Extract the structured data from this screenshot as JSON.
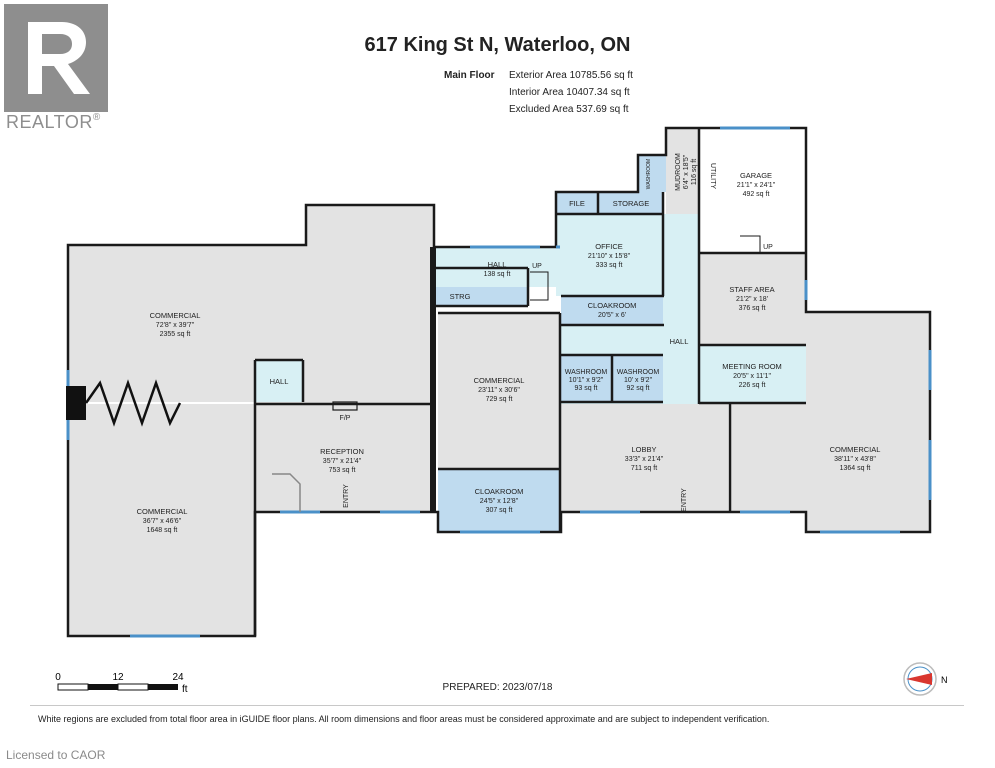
{
  "logo": {
    "brand_text": "REALTOR",
    "registered_mark": "®"
  },
  "title": "617 King St N, Waterloo, ON",
  "area_summary": {
    "floor_label": "Main Floor",
    "lines": [
      "Exterior Area 10785.56 sq ft",
      "Interior Area 10407.34 sq ft",
      "Excluded Area 537.69 sq ft"
    ]
  },
  "rooms": {
    "commercial_nw": {
      "name": "COMMERCIAL",
      "dims": "72'8\" x 39'7\"",
      "area": "2355 sq ft"
    },
    "commercial_sw": {
      "name": "COMMERCIAL",
      "dims": "36'7\" x 46'6\"",
      "area": "1648 sq ft"
    },
    "hall_small": {
      "name": "HALL"
    },
    "fireplace": {
      "name": "F/P"
    },
    "reception": {
      "name": "RECEPTION",
      "dims": "35'7\" x 21'4\"",
      "area": "753 sq ft"
    },
    "entry_reception": {
      "name": "ENTRY"
    },
    "hall_top": {
      "name": "HALL",
      "area": "138 sq ft"
    },
    "up_hall": {
      "name": "UP"
    },
    "strg": {
      "name": "STRG"
    },
    "commercial_center": {
      "name": "COMMERCIAL",
      "dims": "23'11\" x 30'6\"",
      "area": "729 sq ft"
    },
    "cloakroom_south": {
      "name": "CLOAKROOM",
      "dims": "24'5\" x 12'8\"",
      "area": "307 sq ft"
    },
    "file": {
      "name": "FILE"
    },
    "storage": {
      "name": "STORAGE"
    },
    "office": {
      "name": "OFFICE",
      "dims": "21'10\" x 15'8\"",
      "area": "333 sq ft"
    },
    "cloakroom_north": {
      "name": "CLOAKROOM",
      "dims": "20'5\" x 6'"
    },
    "hall_center": {
      "name": "HALL"
    },
    "washroom_1": {
      "name": "WASHROOM",
      "dims": "10'1\" x 9'2\"",
      "area": "93 sq ft"
    },
    "washroom_2": {
      "name": "WASHROOM",
      "dims": "10' x 9'2\"",
      "area": "92 sq ft"
    },
    "lobby": {
      "name": "LOBBY",
      "dims": "33'3\" x 21'4\"",
      "area": "711 sq ft"
    },
    "entry_lobby": {
      "name": "ENTRY"
    },
    "washroom_small": {
      "name": "WASHROOM"
    },
    "mudroom": {
      "name": "MUDROOM",
      "dims": "6'4\" x 18'5\"",
      "area": "116 sq ft"
    },
    "utility": {
      "name": "UTILITY"
    },
    "garage": {
      "name": "GARAGE",
      "dims": "21'1\" x 24'1\"",
      "area": "492 sq ft"
    },
    "up_garage": {
      "name": "UP"
    },
    "staff_area": {
      "name": "STAFF AREA",
      "dims": "21'2\" x 18'",
      "area": "376 sq ft"
    },
    "meeting_room": {
      "name": "MEETING ROOM",
      "dims": "20'5\" x 11'1\"",
      "area": "226 sq ft"
    },
    "commercial_east": {
      "name": "COMMERCIAL",
      "dims": "38'11\" x 43'8\"",
      "area": "1364 sq ft"
    }
  },
  "scale": {
    "ticks": [
      "0",
      "12",
      "24"
    ],
    "unit": "ft"
  },
  "prepared": "PREPARED: 2023/07/18",
  "compass": {
    "north_label": "N"
  },
  "disclaimer": "White regions are excluded from total floor area in iGUIDE floor plans. All room dimensions and floor areas must be considered approximate and are subject to independent verification.",
  "licensed": "Licensed to CAOR",
  "colors": {
    "room_gray": "#e3e3e3",
    "room_blue": "#bfdbef",
    "room_lightblue": "#d8f0f4",
    "wall": "#1a1a1a",
    "window": "#4a90c8"
  }
}
